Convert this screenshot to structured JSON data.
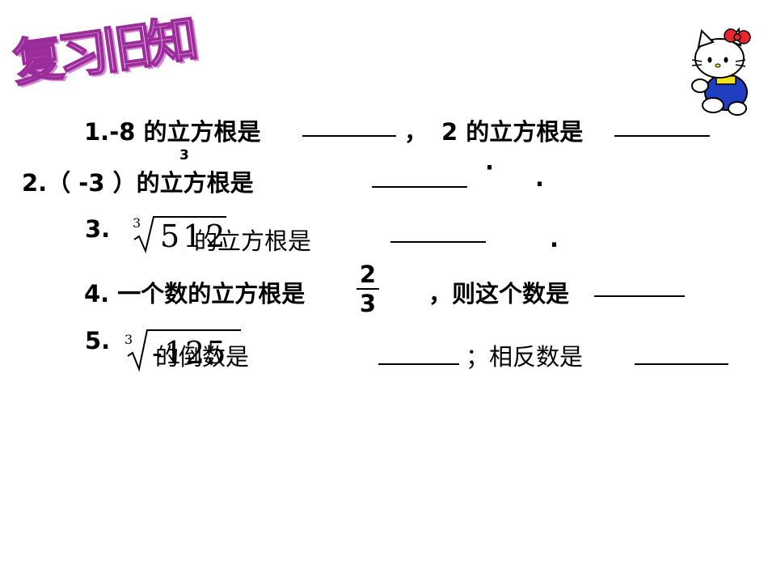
{
  "title": "复习旧知",
  "q1": {
    "part1": "1.-8 的立方根是",
    "comma": "，",
    "part2": "2 的立方根是"
  },
  "q2": {
    "label": "2.（ -3 ）的立方根是",
    "exponent": "3",
    "dot": "·",
    "period": "."
  },
  "q3": {
    "number": "3.",
    "radical_index": "3",
    "radicand": "512",
    "text": "的立方根是",
    "period": "."
  },
  "q4": {
    "text": "4. 一个数的立方根是",
    "frac_num": "2",
    "frac_den": "3",
    "text2": "，则这个数是"
  },
  "q5": {
    "number": "5.",
    "radical_index": "3",
    "radicand": "-125",
    "text": "的倒数是",
    "sep": "；相反数是"
  },
  "icons": [
    "hello-kitty-icon"
  ],
  "colors": {
    "title_fill": "#f2c6f2",
    "title_stroke": "#9b2d9b"
  }
}
